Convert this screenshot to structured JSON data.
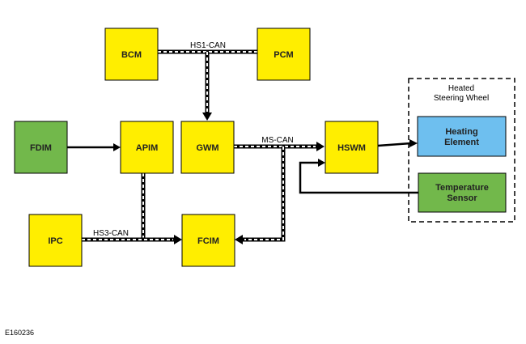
{
  "colors": {
    "module": "#ffee00",
    "input_module": "#72b84b",
    "output_device": "#6ebfef",
    "stroke": "#000000",
    "bus_dash": "#ffffff"
  },
  "nodes": {
    "bcm": "BCM",
    "pcm": "PCM",
    "fdim": "FDIM",
    "apim": "APIM",
    "gwm": "GWM",
    "hswm": "HSWM",
    "ipc": "IPC",
    "fcim": "FCIM",
    "heating_element": [
      "Heating",
      "Element"
    ],
    "temperature_sensor": [
      "Temperature",
      "Sensor"
    ]
  },
  "buses": {
    "hs1": "HS1-CAN",
    "ms": "MS-CAN",
    "hs3": "HS3-CAN"
  },
  "group": {
    "title": [
      "Heated",
      "Steering Wheel"
    ]
  },
  "figure_id": "E160236"
}
